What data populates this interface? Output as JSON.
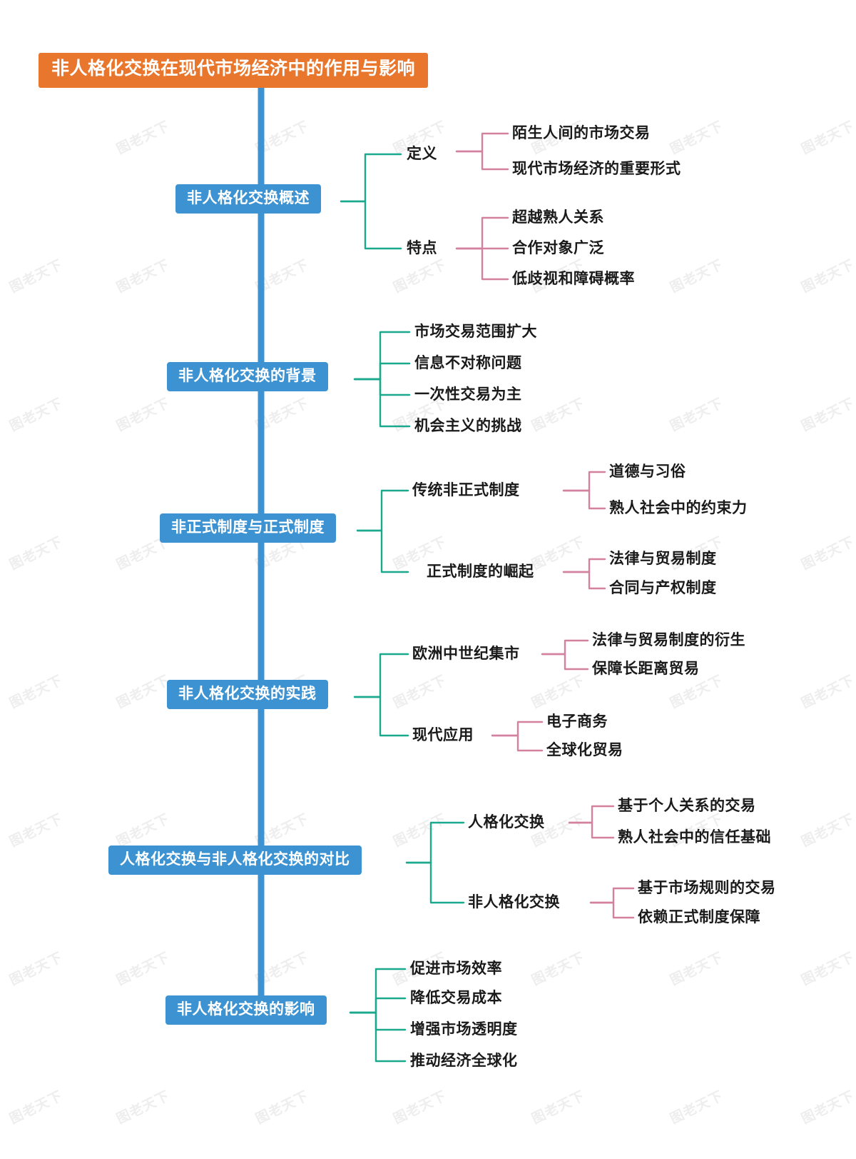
{
  "meta": {
    "diagram_type": "mindmap",
    "watermark_text": "图老天下"
  },
  "colors": {
    "root_fill": "#e8762c",
    "branch_fill": "#3d93d2",
    "trunk_line": "#3d93d2",
    "level2_line": "#1aa98c",
    "level3_line": "#d4809f",
    "text_dark": "#1a1a1a",
    "text_light": "#ffffff",
    "background": "#ffffff",
    "watermark": "#eeeeee"
  },
  "root": {
    "label": "非人格化交换在现代市场经济中的作用与影响"
  },
  "branches": [
    {
      "label": "非人格化交换概述",
      "children": [
        {
          "label": "定义",
          "children": [
            {
              "label": "陌生人间的市场交易"
            },
            {
              "label": "现代市场经济的重要形式"
            }
          ]
        },
        {
          "label": "特点",
          "children": [
            {
              "label": "超越熟人关系"
            },
            {
              "label": "合作对象广泛"
            },
            {
              "label": "低歧视和障碍概率"
            }
          ]
        }
      ]
    },
    {
      "label": "非人格化交换的背景",
      "children": [
        {
          "label": "市场交易范围扩大"
        },
        {
          "label": "信息不对称问题"
        },
        {
          "label": "一次性交易为主"
        },
        {
          "label": "机会主义的挑战"
        }
      ]
    },
    {
      "label": "非正式制度与正式制度",
      "children": [
        {
          "label": "传统非正式制度",
          "children": [
            {
              "label": "道德与习俗"
            },
            {
              "label": "熟人社会中的约束力"
            }
          ]
        },
        {
          "label": "正式制度的崛起",
          "children": [
            {
              "label": "法律与贸易制度"
            },
            {
              "label": "合同与产权制度"
            }
          ]
        }
      ]
    },
    {
      "label": "非人格化交换的实践",
      "children": [
        {
          "label": "欧洲中世纪集市",
          "children": [
            {
              "label": "法律与贸易制度的衍生"
            },
            {
              "label": "保障长距离贸易"
            }
          ]
        },
        {
          "label": "现代应用",
          "children": [
            {
              "label": "电子商务"
            },
            {
              "label": "全球化贸易"
            }
          ]
        }
      ]
    },
    {
      "label": "人格化交换与非人格化交换的对比",
      "children": [
        {
          "label": "人格化交换",
          "children": [
            {
              "label": "基于个人关系的交易"
            },
            {
              "label": "熟人社会中的信任基础"
            }
          ]
        },
        {
          "label": "非人格化交换",
          "children": [
            {
              "label": "基于市场规则的交易"
            },
            {
              "label": "依赖正式制度保障"
            }
          ]
        }
      ]
    },
    {
      "label": "非人格化交换的影响",
      "children": [
        {
          "label": "促进市场效率"
        },
        {
          "label": "降低交易成本"
        },
        {
          "label": "增强市场透明度"
        },
        {
          "label": "推动经济全球化"
        }
      ]
    }
  ]
}
